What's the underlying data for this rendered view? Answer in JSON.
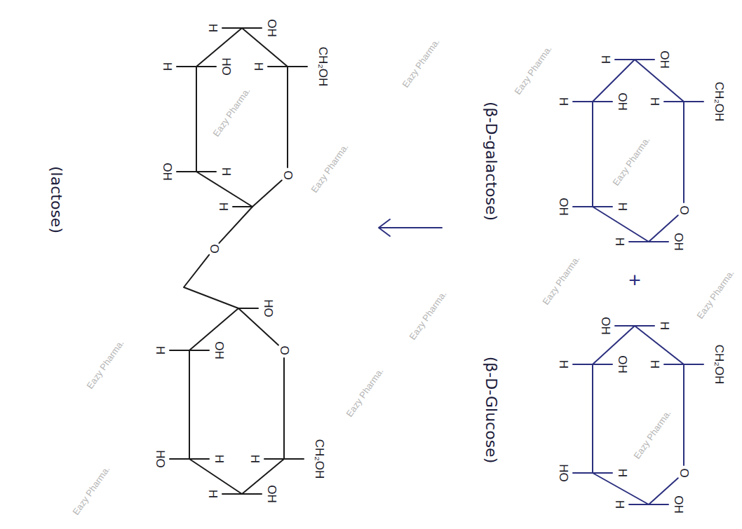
{
  "diagram": {
    "labels": [
      "CH₂OH",
      "H",
      "H",
      "OH",
      "H",
      "OH",
      "OH",
      "H",
      "H",
      "OH",
      "O",
      "+",
      "CH₂OH",
      "H",
      "OH",
      "H",
      "H",
      "OH",
      "HO",
      "H",
      "H",
      "OH",
      "O",
      "(β-D-galactose)",
      "(β-D-Glucose)",
      "CH₂OH",
      "H",
      "H",
      "OH",
      "H",
      "HO",
      "OH",
      "H",
      "H",
      "O",
      "O",
      "HO",
      "O",
      "H",
      "OH",
      "H",
      "CH₂OH",
      "HO",
      "H",
      "H",
      "OH",
      "(lactose)",
      "Eazy Pharma.",
      "Eazy Pharma.",
      "Eazy Pharma.",
      "Eazy Pharma.",
      "Eazy Pharma.",
      "Eazy Pharma.",
      "Eazy Pharma.",
      "Eazy Pharma.",
      "Eazy Pharma.",
      "Eazy Pharma.",
      "Eazy Pharma.",
      "Eazy Pharma."
    ]
  }
}
